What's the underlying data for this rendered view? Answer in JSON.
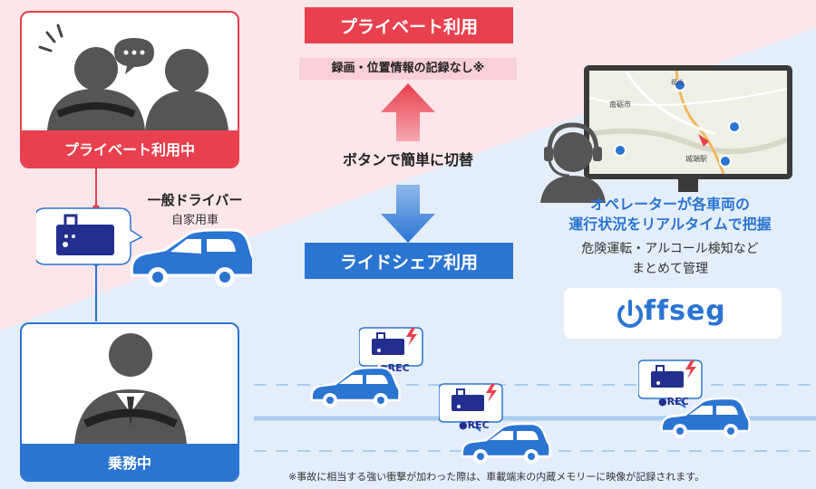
{
  "private_panel": {
    "label": "プライベート利用中"
  },
  "driver": {
    "title": "一般ドライバー",
    "subtitle": "自家用車"
  },
  "duty_panel": {
    "label": "乗務中"
  },
  "mode": {
    "private_title": "プライベート利用",
    "private_note": "録画・位置情報の記録なし※",
    "switch_text": "ボタンで簡単に切替",
    "rideshare_title": "ライドシェア利用"
  },
  "map": {
    "place1": "南砺市",
    "place2": "城端駅",
    "place3": "福光"
  },
  "operator": {
    "line1": "オペレーターが各車両の",
    "line2": "運行状況をリアルタイムで把握",
    "sub1": "危険運転・アルコール検知など",
    "sub2": "まとめて管理"
  },
  "logo": {
    "text": "ffseg"
  },
  "rec_label": "●REC",
  "footnote": "※事故に相当する強い衝撃が加わった際は、車載端末の内蔵メモリーに映像が記録されます。",
  "colors": {
    "red": "#e8404e",
    "blue": "#2a74d2",
    "navy": "#232f8f",
    "pink_bg": "#fde6ea",
    "blue_bg": "#e4eefb"
  }
}
